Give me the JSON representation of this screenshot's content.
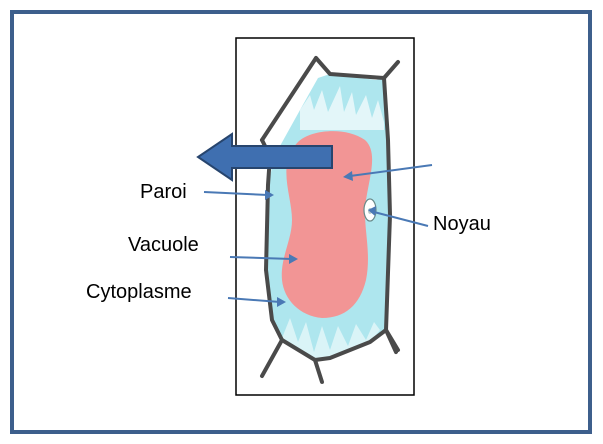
{
  "labels": {
    "paroi": "Paroi",
    "vacuole": "Vacuole",
    "cytoplasme": "Cytoplasme",
    "noyau": "Noyau"
  },
  "colors": {
    "outer_border": "#3d5f8c",
    "arrow_fill": "#3f6fb0",
    "arrow_stroke": "#27456e",
    "pointer_line": "#4a79b5",
    "cell_wall": "#4a4a4a",
    "cytoplasm": "#aee6ee",
    "vacuole": "#f29595",
    "nucleus": "#ffffff"
  }
}
